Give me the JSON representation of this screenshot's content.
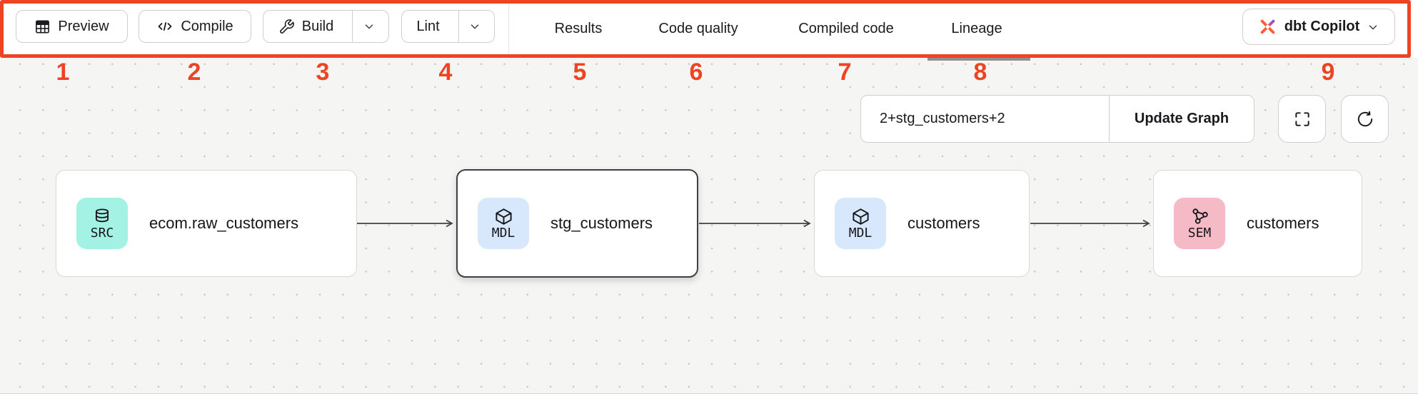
{
  "colors": {
    "annotation": "#ee4423",
    "source_badge": "#a3f2e3",
    "model_badge": "#d7e8fc",
    "semantic_badge": "#f6bac7"
  },
  "toolbar": {
    "preview_label": "Preview",
    "compile_label": "Compile",
    "build_label": "Build",
    "lint_label": "Lint",
    "tabs": [
      {
        "label": "Results",
        "active": false
      },
      {
        "label": "Code quality",
        "active": false
      },
      {
        "label": "Compiled code",
        "active": false
      },
      {
        "label": "Lineage",
        "active": true
      }
    ],
    "copilot_label": "dbt Copilot"
  },
  "annotation_numbers": [
    "1",
    "2",
    "3",
    "4",
    "5",
    "6",
    "7",
    "8",
    "9"
  ],
  "lineage_panel": {
    "model_selector_value": "2+stg_customers+2",
    "update_graph_label": "Update Graph",
    "nodes": [
      {
        "badge": "SRC",
        "label": "ecom.raw_customers",
        "type": "source",
        "selected": false
      },
      {
        "badge": "MDL",
        "label": "stg_customers",
        "type": "model",
        "selected": true
      },
      {
        "badge": "MDL",
        "label": "customers",
        "type": "model",
        "selected": false
      },
      {
        "badge": "SEM",
        "label": "customers",
        "type": "semantic_model",
        "selected": false
      }
    ]
  }
}
